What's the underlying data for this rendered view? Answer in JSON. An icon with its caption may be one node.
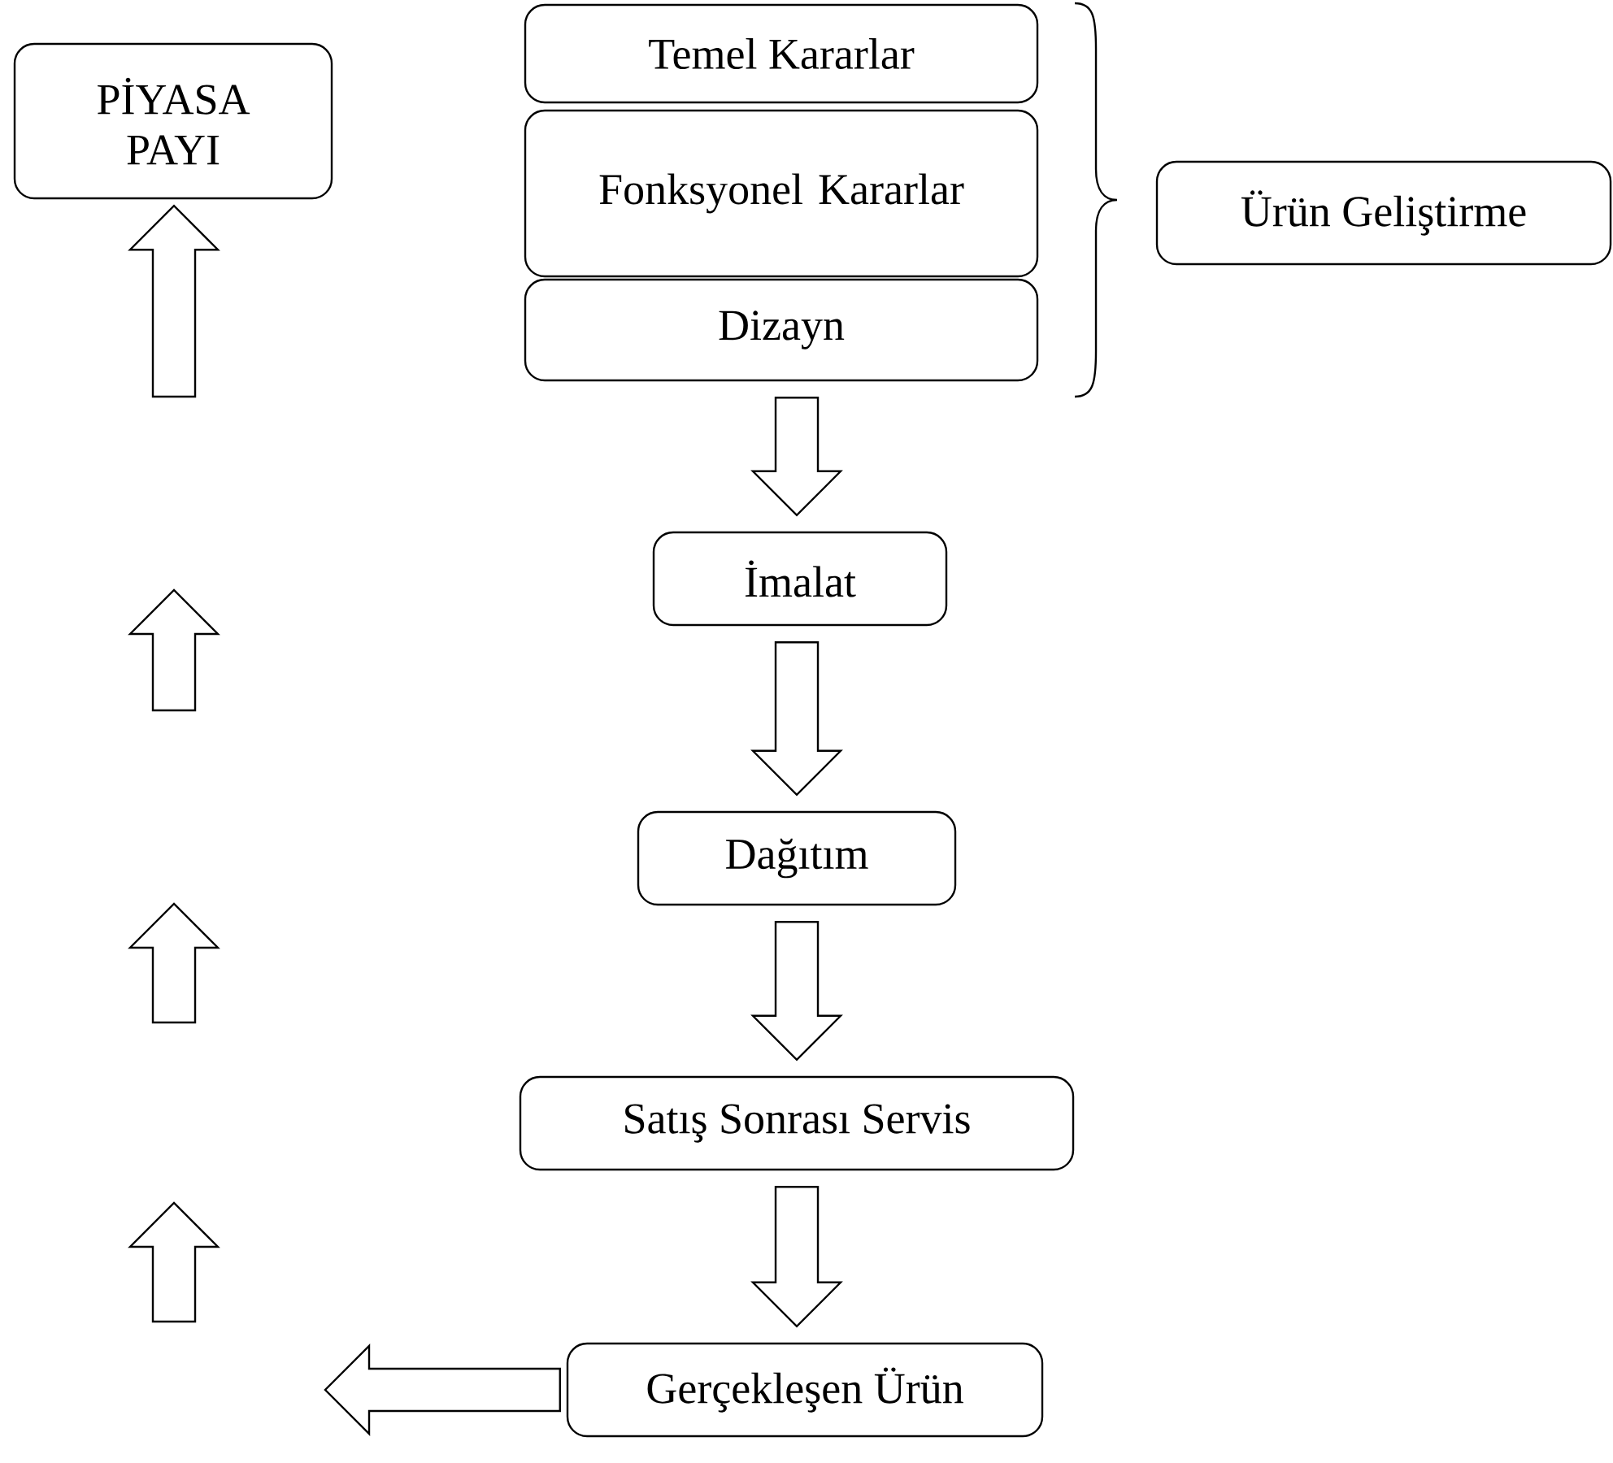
{
  "diagram": {
    "nodes": [
      {
        "text": [
          "PİYASA PAYI"
        ]
      },
      {
        "text": [
          "Temel Kararlar"
        ]
      },
      {
        "text": [
          "Fonksyonel Kararlar"
        ]
      },
      {
        "text": [
          "Dizayn"
        ]
      },
      {
        "text": [
          "Ürün Geliştirme"
        ]
      },
      {
        "text": [
          "İmalat"
        ]
      },
      {
        "text": [
          "Dağıtım"
        ]
      },
      {
        "text": [
          "Satış Sonrası Servis"
        ]
      },
      {
        "text": [
          "Gerçekleşen Ürün"
        ]
      }
    ],
    "edges": [
      {
        "from": 3,
        "to": 5,
        "arrow": "to"
      },
      {
        "from": 5,
        "to": 6,
        "arrow": "to"
      },
      {
        "from": 6,
        "to": 7,
        "arrow": "to"
      },
      {
        "from": 7,
        "to": 8,
        "arrow": "to"
      },
      {
        "from": 8,
        "to": null,
        "arrow": "to"
      },
      {
        "from": null,
        "to": 0,
        "arrow": "to"
      }
    ]
  }
}
